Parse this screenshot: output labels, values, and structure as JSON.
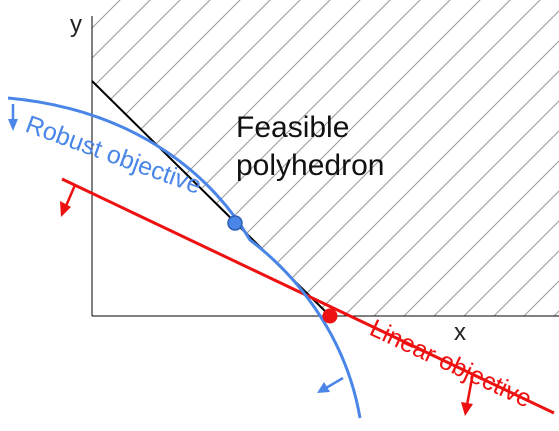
{
  "axes": {
    "x_label": "x",
    "y_label": "y"
  },
  "region": {
    "line1": "Feasible",
    "line2": "polyhedron"
  },
  "robust": {
    "label": "Robust objective"
  },
  "linear": {
    "label": "Linear objective"
  },
  "colors": {
    "robust": "#4a86e8",
    "linear": "#ee1111",
    "boundary": "#000000",
    "hatch": "#9a9a9a",
    "axis": "#000000"
  }
}
